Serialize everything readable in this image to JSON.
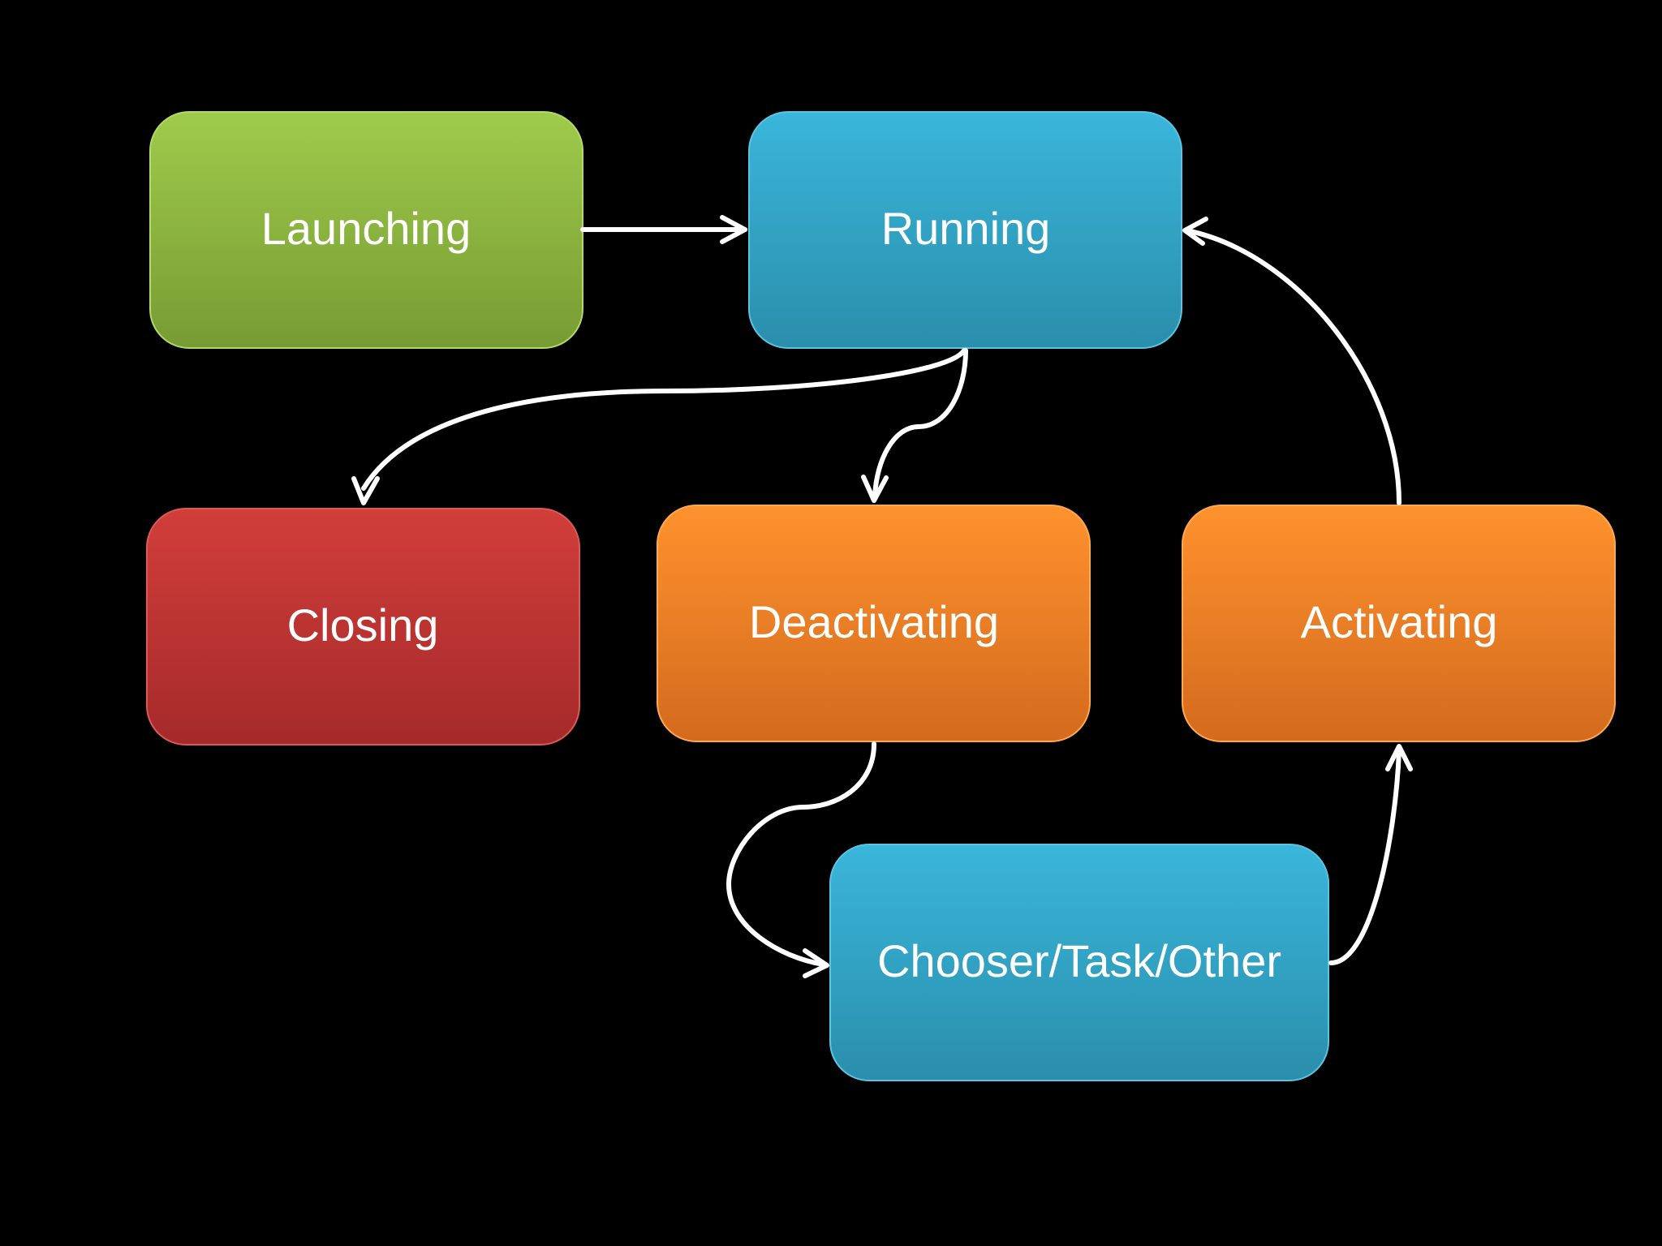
{
  "nodes": {
    "launching": {
      "label": "Launching",
      "colors": {
        "top": "#9fcb4b",
        "bottom": "#779b33",
        "stroke": "#b3d96a"
      }
    },
    "running": {
      "label": "Running",
      "colors": {
        "top": "#3ab6db",
        "bottom": "#2a8eab",
        "stroke": "#5cc4e3"
      }
    },
    "closing": {
      "label": "Closing",
      "colors": {
        "top": "#d13e3a",
        "bottom": "#a52a2a",
        "stroke": "#dd5a55"
      }
    },
    "deactivating": {
      "label": "Deactivating",
      "colors": {
        "top": "#fe922e",
        "bottom": "#d36a1d",
        "stroke": "#ffa854"
      }
    },
    "activating": {
      "label": "Activating",
      "colors": {
        "top": "#fe922e",
        "bottom": "#d36a1d",
        "stroke": "#ffa854"
      }
    },
    "chooser": {
      "label": "Chooser/Task/Other",
      "colors": {
        "top": "#3ab6db",
        "bottom": "#2a8eab",
        "stroke": "#5cc4e3"
      }
    }
  },
  "edges": [
    {
      "from": "Launching",
      "to": "Running"
    },
    {
      "from": "Running",
      "to": "Closing"
    },
    {
      "from": "Running",
      "to": "Deactivating"
    },
    {
      "from": "Deactivating",
      "to": "Chooser/Task/Other"
    },
    {
      "from": "Chooser/Task/Other",
      "to": "Activating"
    },
    {
      "from": "Activating",
      "to": "Running"
    }
  ],
  "background_color": "#000000",
  "edge_color": "#ffffff"
}
